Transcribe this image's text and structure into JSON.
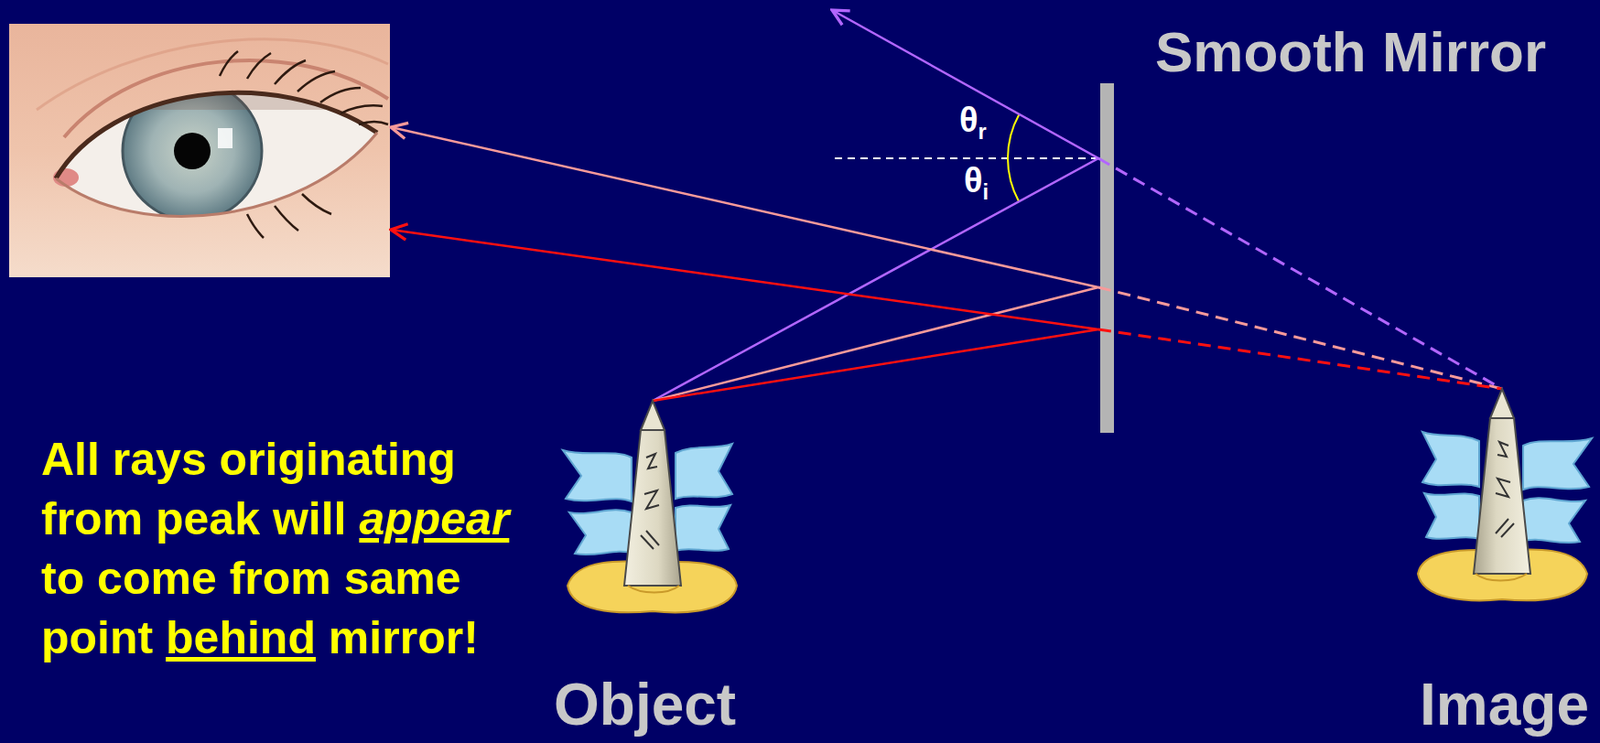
{
  "diagram": {
    "labels": [
      "Smooth Mirror",
      "θr",
      "θi",
      "All rays originating from peak will appear to come from same point behind mirror!",
      "Object",
      "Image"
    ]
  }
}
